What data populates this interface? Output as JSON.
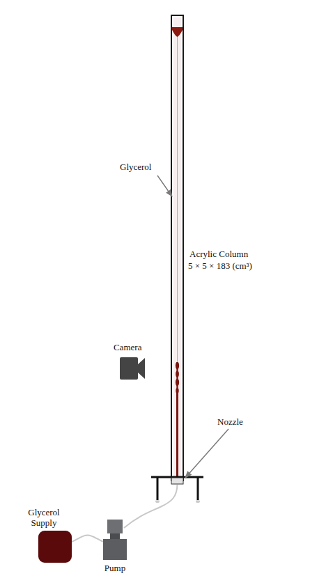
{
  "diagram": {
    "nodes": [
      {
        "text": [
          "Glycerol Supply"
        ]
      },
      {
        "text": [
          "Pump"
        ]
      }
    ],
    "edges": [
      {
        "from": 0,
        "to": 1,
        "arrow": "none"
      }
    ],
    "labels": [
      "Glycerol",
      "Acrylic Column",
      "5 × 5 × 183 (cm³)",
      "Camera",
      "Nozzle"
    ]
  }
}
